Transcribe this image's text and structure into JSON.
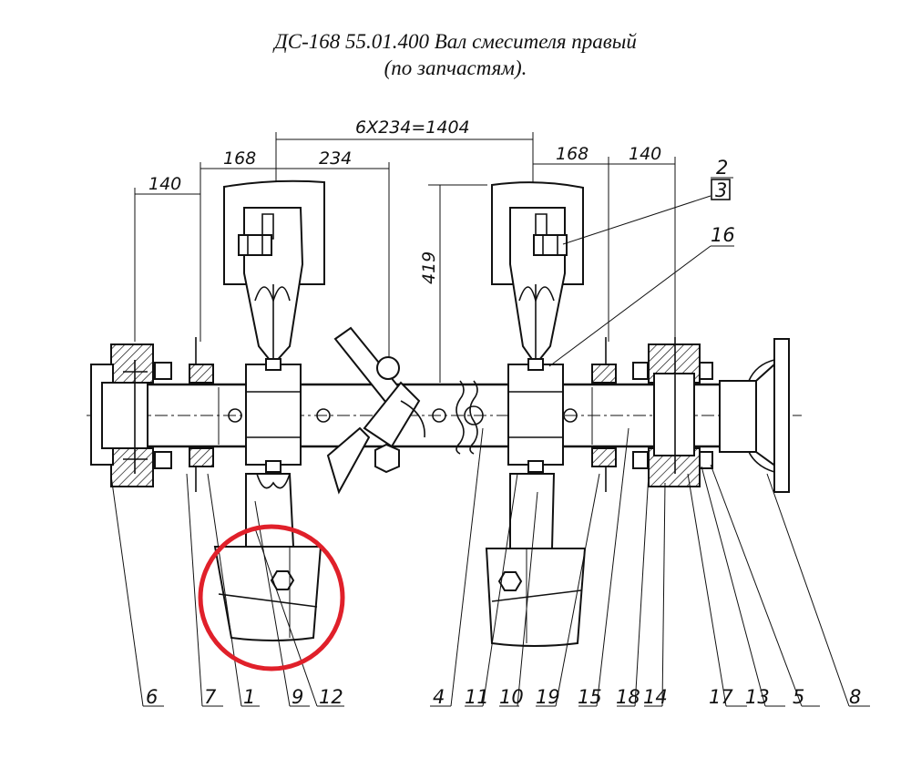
{
  "title": {
    "line1": "ДС-168 55.01.400 Вал смесителя правый",
    "line2": "(по запчастям)."
  },
  "dimensions": {
    "overall": "6X234=1404",
    "left_168": "168",
    "left_234": "234",
    "left_140": "140",
    "right_168": "168",
    "right_140": "140",
    "height_419": "419"
  },
  "top_labels": [
    "2",
    "3",
    "16"
  ],
  "bottom_labels": [
    "6",
    "7",
    "1",
    "9",
    "12",
    "4",
    "11",
    "10",
    "19",
    "15",
    "18",
    "14",
    "17",
    "13",
    "5",
    "8"
  ],
  "highlight": {
    "color": "#e0202a"
  }
}
